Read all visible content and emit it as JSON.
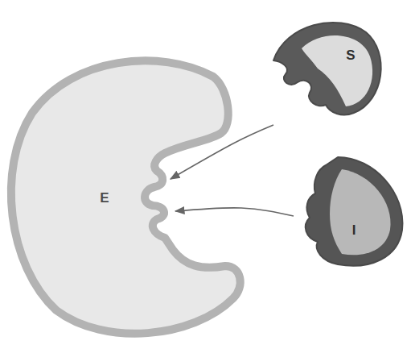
{
  "diagram": {
    "nodes": [
      {
        "text": [
          "E"
        ]
      },
      {
        "text": [
          "S"
        ]
      },
      {
        "text": [
          "I"
        ]
      }
    ],
    "edges": [
      {
        "from": 1,
        "to": 0,
        "arrow": "to"
      },
      {
        "from": 2,
        "to": 0,
        "arrow": "to"
      }
    ]
  }
}
